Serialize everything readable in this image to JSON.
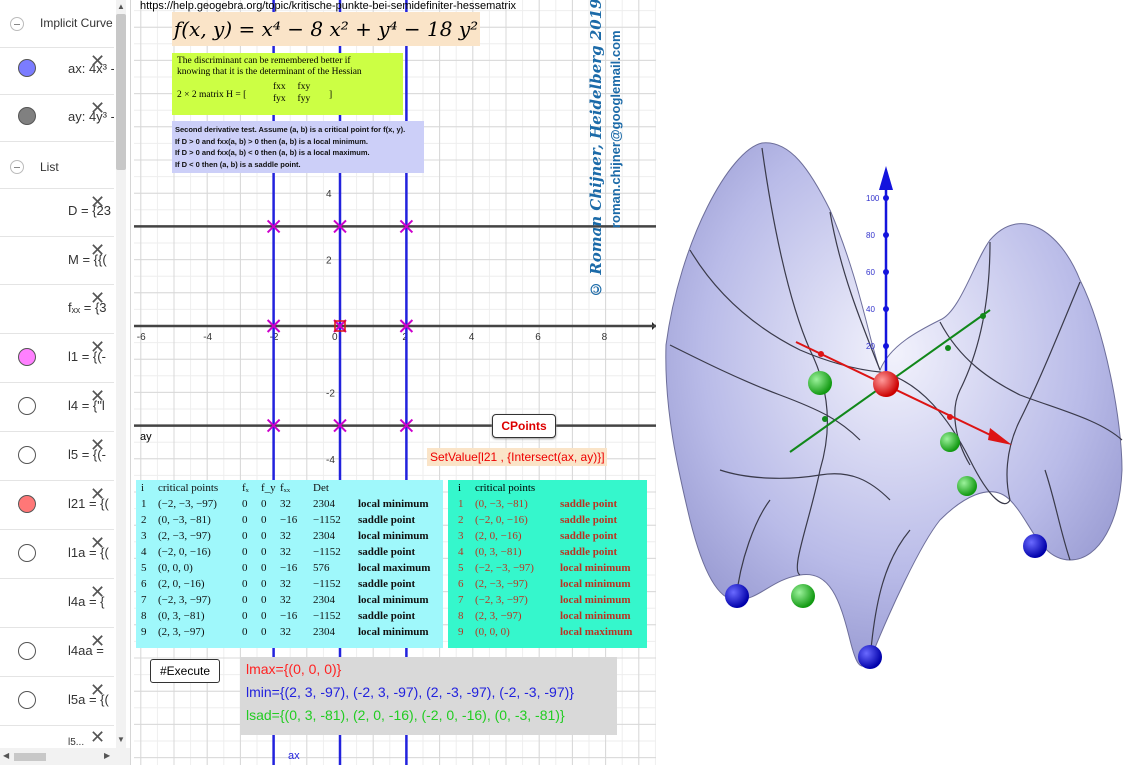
{
  "url_text": "https://help.geogebra.org/topic/kritische-punkte-bei-semidefiniter-hessematrix",
  "algebra": {
    "group1_title": "Implicit Curve",
    "group2_title": "List",
    "rows": [
      {
        "label": "ax: 4x³ -",
        "color": "#7b7cff"
      },
      {
        "label": "ay: 4y³ -",
        "color": "#808080"
      },
      {
        "label": "D = {23",
        "color": ""
      },
      {
        "label": "M = {{(",
        "color": ""
      },
      {
        "label": "fₓₓ = {3",
        "color": ""
      },
      {
        "label": "l1 = {(-",
        "color": "#ff80ff"
      },
      {
        "label": "l4 = {\"l",
        "color": "#ffffff"
      },
      {
        "label": "l5 = {(-",
        "color": "#ffffff"
      },
      {
        "label": "l21 = {(",
        "color": "#ff7777"
      },
      {
        "label": "l1a = {(",
        "color": "#ffffff"
      },
      {
        "label": "l4a = {",
        "color": ""
      },
      {
        "label": "l4aa = ",
        "color": "#ffffff"
      },
      {
        "label": "l5a = {(",
        "color": "#ffffff"
      },
      {
        "label": "l5...",
        "color": ""
      }
    ]
  },
  "formula": "f(x, y) = x⁴ − 8 x² + y⁴ − 18 y²",
  "note_green": {
    "line1": "The discriminant can be remembered better if",
    "line2": "knowing that it is the determinant of the Hessian",
    "matrix_prefix": "2 × 2 matrix H = [",
    "r1": "fxx     fxy",
    "r2": "fyx     fyy",
    "matrix_suffix": "]"
  },
  "note_lav": {
    "l1": "Second derivative test. Assume (a, b) is a critical point for f(x, y).",
    "l2": "If D > 0 and fxx(a, b) > 0 then (a, b) is a local minimum.",
    "l3": "If D > 0 and fxx(a, b) < 0 then (a, b) is a local maximum.",
    "l4": "If D < 0 then (a, b) is a saddle point."
  },
  "axis2d": {
    "x_ticks": [
      "-6",
      "-4",
      "-2",
      "0",
      "2",
      "4",
      "6",
      "8"
    ],
    "y_ticks": [
      "4",
      "2",
      "-2",
      "-4"
    ],
    "label_ay": "ay",
    "label_ax": "ax"
  },
  "cpoints_label": "CPoints",
  "setvalue_label": "SetValue[l21 , {Intersect(ax, ay)}]",
  "table1": {
    "headers": [
      "i",
      "critical points",
      "fₓ",
      "f_y",
      "fₓₓ",
      "Det",
      ""
    ],
    "rows": [
      [
        "1",
        "(−2, −3, −97)",
        "0",
        "0",
        "32",
        "2304",
        "local minimum"
      ],
      [
        "2",
        "(0, −3, −81)",
        "0",
        "0",
        "−16",
        "−1152",
        "saddle point"
      ],
      [
        "3",
        "(2, −3, −97)",
        "0",
        "0",
        "32",
        "2304",
        "local minimum"
      ],
      [
        "4",
        "(−2, 0, −16)",
        "0",
        "0",
        "32",
        "−1152",
        "saddle point"
      ],
      [
        "5",
        "(0, 0, 0)",
        "0",
        "0",
        "−16",
        "576",
        "local maximum"
      ],
      [
        "6",
        "(2, 0, −16)",
        "0",
        "0",
        "32",
        "−1152",
        "saddle point"
      ],
      [
        "7",
        "(−2, 3, −97)",
        "0",
        "0",
        "32",
        "2304",
        "local minimum"
      ],
      [
        "8",
        "(0, 3, −81)",
        "0",
        "0",
        "−16",
        "−1152",
        "saddle point"
      ],
      [
        "9",
        "(2, 3, −97)",
        "0",
        "0",
        "32",
        "2304",
        "local minimum"
      ]
    ]
  },
  "table2": {
    "headers": [
      "i",
      "critical points",
      ""
    ],
    "rows": [
      [
        "1",
        "(0, −3, −81)",
        "saddle point"
      ],
      [
        "2",
        "(−2, 0, −16)",
        "saddle point"
      ],
      [
        "3",
        "(2, 0, −16)",
        "saddle point"
      ],
      [
        "4",
        "(0, 3, −81)",
        "saddle point"
      ],
      [
        "5",
        "(−2, −3, −97)",
        "local minimum"
      ],
      [
        "6",
        "(2, −3, −97)",
        "local minimum"
      ],
      [
        "7",
        "(−2, 3, −97)",
        "local minimum"
      ],
      [
        "8",
        "(2, 3, −97)",
        "local minimum"
      ],
      [
        "9",
        "(0, 0, 0)",
        "local maximum"
      ]
    ]
  },
  "execute_label": "#Execute",
  "results": {
    "lmax": "lmax={(0, 0, 0)}",
    "lmin": "lmin={(2, 3, -97), (-2, 3, -97), (2, -3, -97), (-2, -3, -97)}",
    "lsad": "lsad={(0, 3, -81), (2, 0, -16), (-2, 0, -16), (0, -3, -81)}"
  },
  "credit": {
    "name": "© Roman Chijner, Heidelberg 2019",
    "email": "roman.chijner@googlemail.com"
  },
  "axis3d_ticks": [
    "20",
    "40",
    "60",
    "80",
    "100"
  ],
  "colors": {
    "curve_ax": "#2222dd",
    "curve_ay": "#444444",
    "cross": "#cc00cc",
    "surface": "#b9bbe8",
    "results_max": "#ff2222",
    "results_min": "#2222dd",
    "results_sad": "#22cc22"
  }
}
